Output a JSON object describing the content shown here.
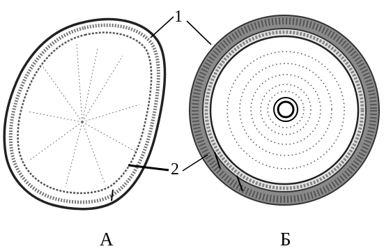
{
  "labels": {
    "one": "1",
    "two": "2",
    "a": "А",
    "b": "Б"
  },
  "colors": {
    "ink": "#000000",
    "bark": "#6b6b6b",
    "paper": "#ffffff"
  }
}
